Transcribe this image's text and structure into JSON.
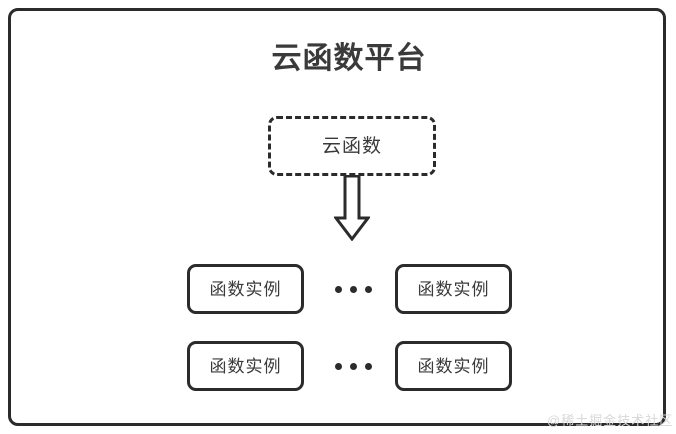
{
  "diagram": {
    "type": "architecture-diagram",
    "title": "云函数平台",
    "platform": {
      "label": "云函数平台",
      "border_color": "#2b2b2b",
      "background": "#ffffff"
    },
    "cloud_function": {
      "label": "云函数",
      "border_style": "dashed",
      "border_color": "#2b2b2b"
    },
    "arrow": {
      "name": "down-arrow",
      "direction": "down",
      "style": "hollow-block",
      "stroke_color": "#2b2b2b"
    },
    "instance_rows": [
      {
        "left_instance": "函数实例",
        "ellipsis": "•••",
        "right_instance": "函数实例"
      },
      {
        "left_instance": "函数实例",
        "ellipsis": "•••",
        "right_instance": "函数实例"
      }
    ],
    "watermark": "@稀土掘金技术社区",
    "colors": {
      "stroke": "#2b2b2b",
      "text": "#3a3a3a",
      "watermark": "#d8d8d8",
      "canvas": "#ffffff"
    }
  }
}
